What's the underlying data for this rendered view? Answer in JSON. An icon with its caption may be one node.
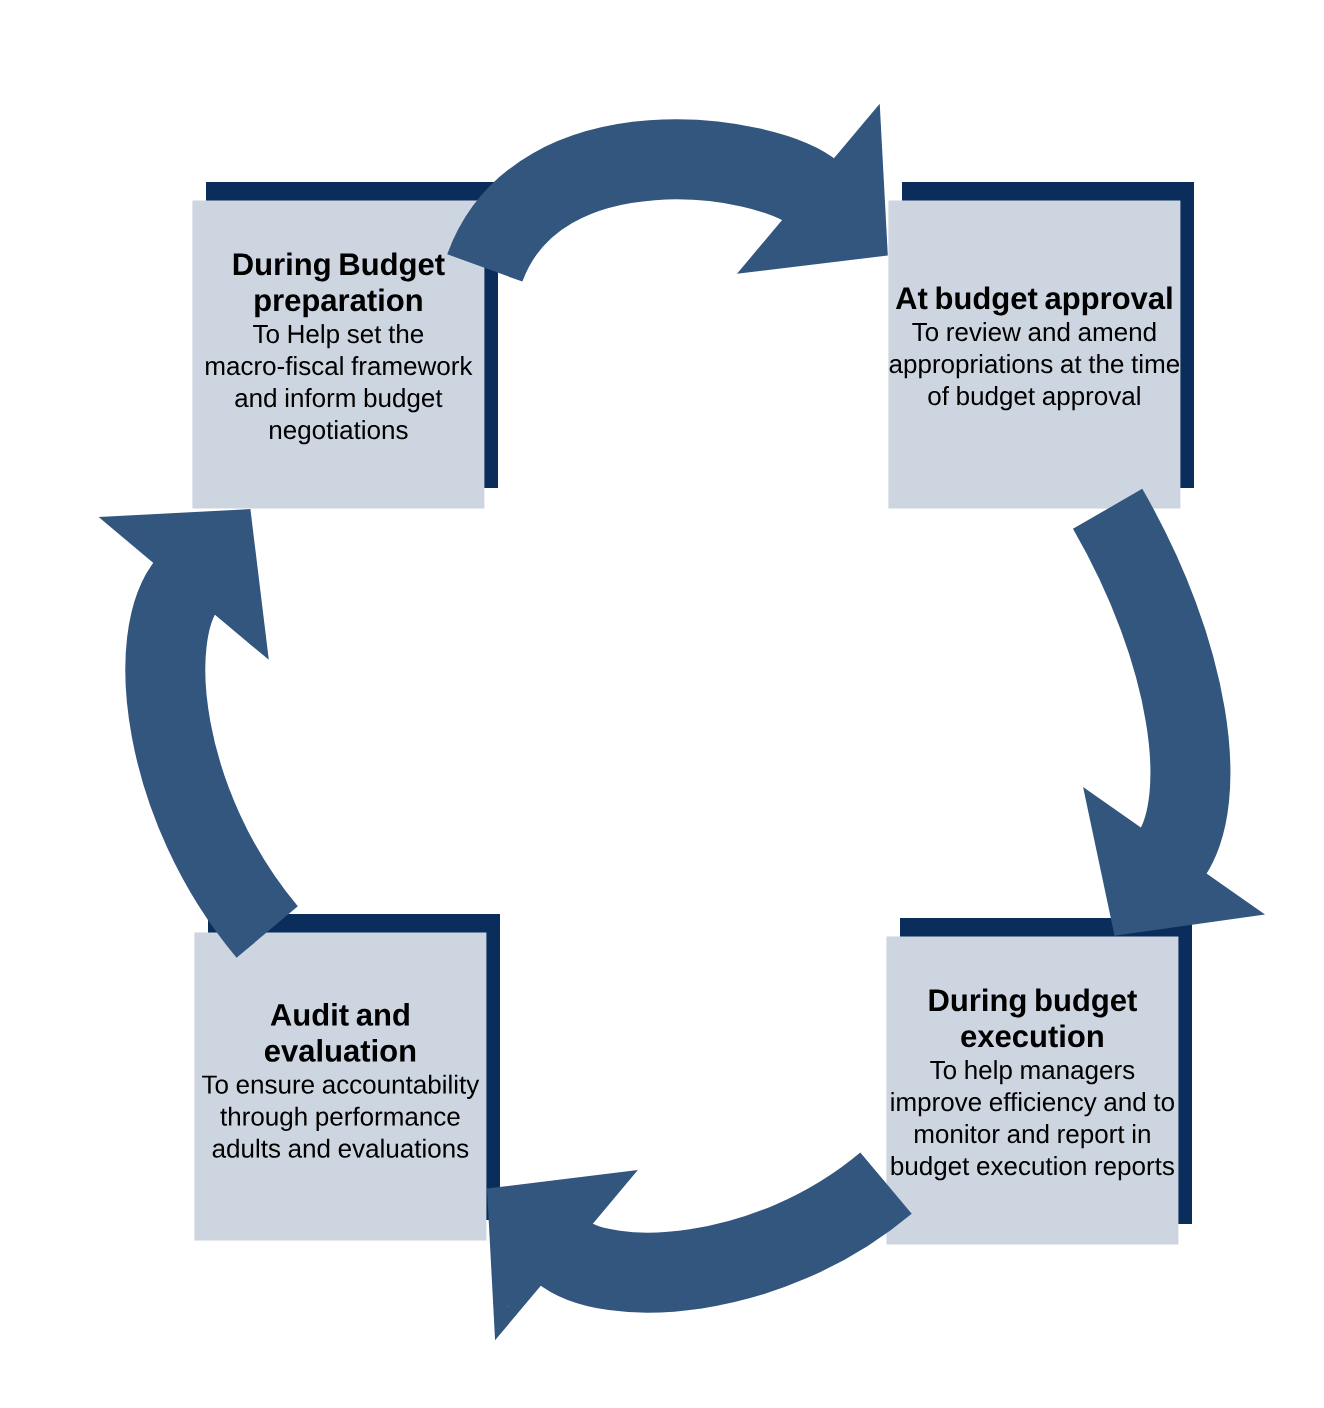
{
  "diagram": {
    "nodes": [
      {
        "text": [
          "During Budget preparation",
          "To Help set the macro-fiscal framework and inform budget negotiations"
        ]
      },
      {
        "text": [
          "At budget approval",
          "To review and amend appropriations at the time of budget approval"
        ]
      },
      {
        "text": [
          "During budget execution",
          "To help managers improve efficiency and to monitor and report in budget execution reports"
        ]
      },
      {
        "text": [
          "Audit and evaluation",
          "To ensure accountability through performance adults and evaluations"
        ]
      }
    ],
    "edges": [
      {
        "from": 0,
        "to": 1,
        "arrow": "to"
      },
      {
        "from": 1,
        "to": 2,
        "arrow": "to"
      },
      {
        "from": 2,
        "to": 3,
        "arrow": "to"
      },
      {
        "from": 3,
        "to": 0,
        "arrow": "to"
      }
    ]
  }
}
